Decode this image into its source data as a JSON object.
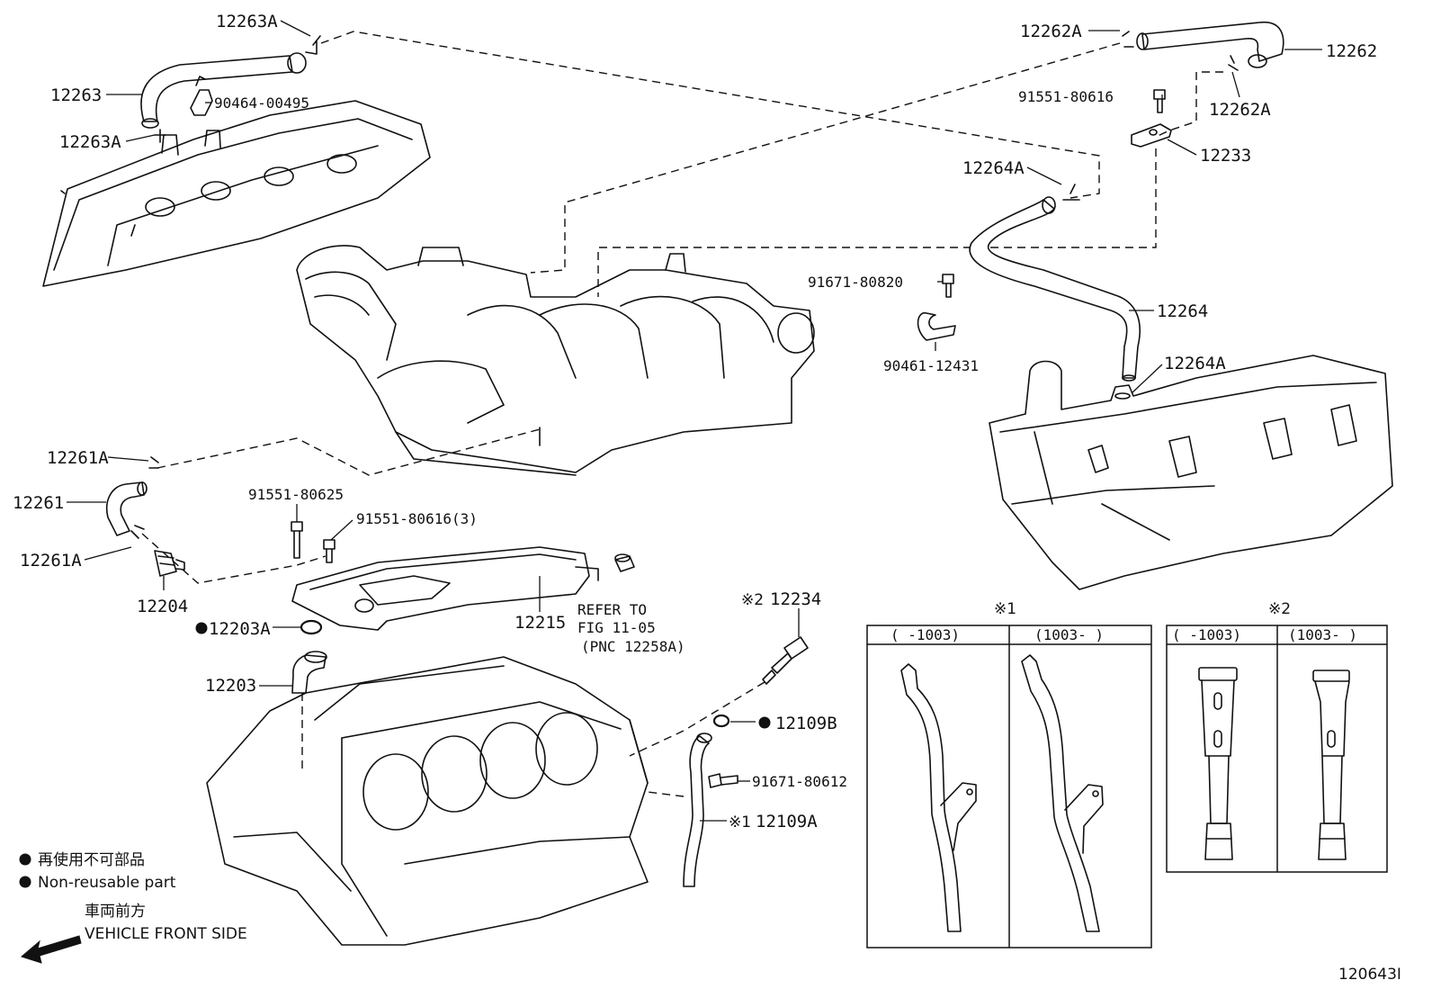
{
  "part_labels": {
    "p12263A_top": "12263A",
    "p12263": "12263",
    "p90464": "90464-00495",
    "p12263A_bot": "12263A",
    "p12262A_top": "12262A",
    "p12262": "12262",
    "p91551_80616": "91551-80616",
    "p12262A_bot": "12262A",
    "p12233": "12233",
    "p12264A_top": "12264A",
    "p91671_80820": "91671-80820",
    "p12264": "12264",
    "p90461": "90461-12431",
    "p12264A_bot": "12264A",
    "p12261A_top": "12261A",
    "p12261": "12261",
    "p12261A_bot": "12261A",
    "p12204": "12204",
    "p91551_80625": "91551-80625",
    "p91551_80616_3": "91551-80616(3)",
    "p12215": "12215",
    "refer_line1": "REFER TO",
    "refer_line2": "FIG 11-05",
    "refer_line3": "(PNC 12258A)",
    "p12203A": "12203A",
    "p12203": "12203",
    "p12234_mark": "※2",
    "p12234": "12234",
    "p12109B": "12109B",
    "p91671_80612": "91671-80612",
    "p12109A_mark": "※1",
    "p12109A": "12109A"
  },
  "variant_table_1": {
    "mark": "※1",
    "col_left": "(    -1003)",
    "col_right": "(1003-    )"
  },
  "variant_table_2": {
    "mark": "※2",
    "col_left": "(    -1003)",
    "col_right": "(1003-    )"
  },
  "legend": {
    "jp": "再使用不可部品",
    "en": "Non-reusable part"
  },
  "direction": {
    "jp": "車両前方",
    "en": "VEHICLE FRONT SIDE"
  },
  "figure_id": "120643I",
  "colors": {
    "line": "#111111",
    "background": "#ffffff"
  }
}
